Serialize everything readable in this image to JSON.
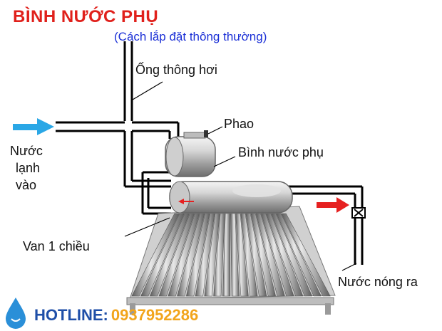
{
  "colors": {
    "title": "#e0201b",
    "subtitle": "#1a2fd6",
    "inlet_arrow": "#2aa7e6",
    "outlet_arrow": "#e62020",
    "hotline_label": "#1f4fa8",
    "hotline_number": "#f2a51c",
    "drop_icon": "#2a8fd8"
  },
  "header": {
    "title": "BÌNH NƯỚC PHỤ",
    "subtitle": "(Cách lắp đặt thông thường)"
  },
  "labels": {
    "vent_pipe": "Ống thông hơi",
    "float": "Phao",
    "aux_tank": "Bình nước phụ",
    "cold_in_1": "Nước",
    "cold_in_2": "lạnh",
    "cold_in_3": "vào",
    "check_valve": "Van 1 chiều",
    "hot_out": "Nước nóng ra"
  },
  "footer": {
    "hotline_label": "HOTLINE:",
    "hotline_number": "0937952286",
    "icon": "water-drop-icon"
  }
}
